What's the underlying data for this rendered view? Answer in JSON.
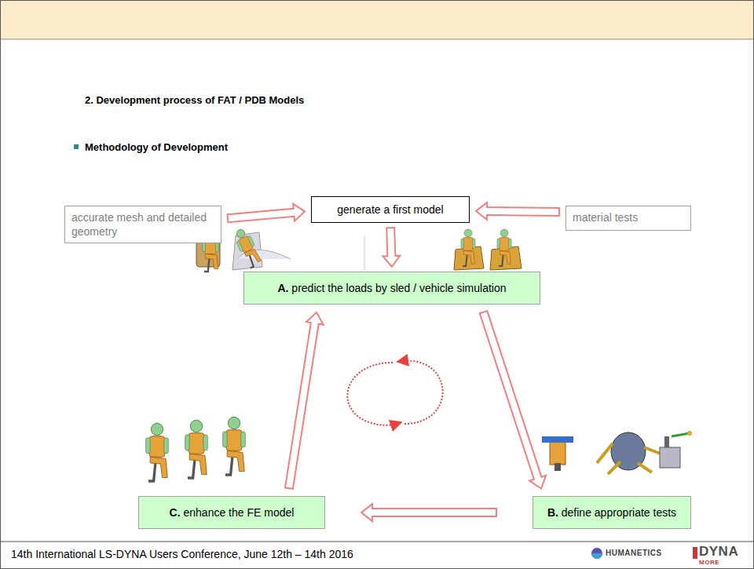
{
  "diagram": {
    "title": "2. Development process of FAT / PDB Models",
    "nodes": [
      {
        "text": [
          "accurate mesh and detailed geometry"
        ]
      },
      {
        "text": [
          "generate a first model"
        ]
      },
      {
        "text": [
          "material tests"
        ]
      },
      {
        "text": [
          "A. predict the loads by sled / vehicle simulation"
        ]
      },
      {
        "text": [
          "B. define appropriate tests"
        ]
      },
      {
        "text": [
          "C. enhance the FE model"
        ]
      }
    ],
    "edges": [
      {
        "from": 0,
        "to": 1,
        "arrow": "to"
      },
      {
        "from": 2,
        "to": 1,
        "arrow": "to"
      },
      {
        "from": 1,
        "to": 3,
        "arrow": "to"
      },
      {
        "from": 3,
        "to": 4,
        "arrow": "to"
      },
      {
        "from": 4,
        "to": 5,
        "arrow": "to"
      },
      {
        "from": 5,
        "to": 3,
        "arrow": "to"
      }
    ],
    "labels": [
      "Methodology of Development",
      "14th International LS-DYNA Users Conference, June 12th – 14th 2016",
      "HUMANETICS",
      "DYNA",
      "MORE"
    ]
  }
}
